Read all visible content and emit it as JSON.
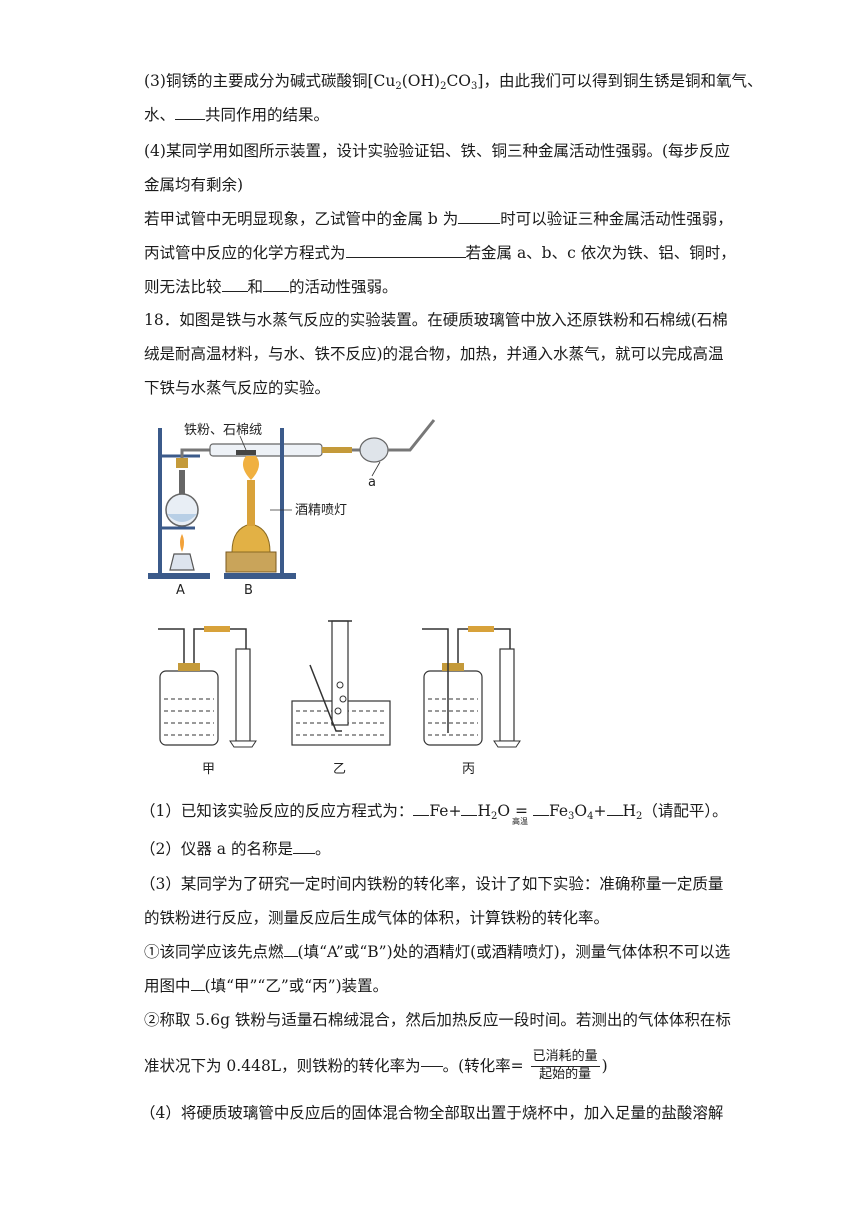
{
  "q17": {
    "p3_a": "(3)铜锈的主要成分为碱式碳酸铜[Cu",
    "p3_sub1": "2",
    "p3_b": "(OH)",
    "p3_sub2": "2",
    "p3_c": "CO",
    "p3_sub3": "3",
    "p3_d": "]，由此我们可以得到铜生锈是铜和氧气、",
    "p3_line2_a": "水、",
    "p3_line2_b": "共同作用的结果。",
    "p4_line1": "(4)某同学用如图所示装置，设计实验验证铝、铁、铜三种金属活动性强弱。(每步反应",
    "p4_line2": "金属均有剩余)",
    "p4_line3_a": "若甲试管中无明显现象，乙试管中的金属 b 为",
    "p4_line3_b": "时可以验证三种金属活动性强弱，",
    "p4_line4_a": "丙试管中反应的化学方程式为",
    "p4_line4_b": "若金属 a、b、c 依次为铁、铝、铜时，",
    "p4_line5_a": "则无法比较",
    "p4_line5_b": "和",
    "p4_line5_c": "的活动性强弱。"
  },
  "q18": {
    "intro1": "18．如图是铁与水蒸气反应的实验装置。在硬质玻璃管中放入还原铁粉和石棉绒(石棉",
    "intro2": "绒是耐高温材料，与水、铁不反应)的混合物，加热，并通入水蒸气，就可以完成高温",
    "intro3": "下铁与水蒸气反应的实验。",
    "fig1": {
      "label_iron": "铁粉、石棉绒",
      "label_lamp": "酒精喷灯",
      "label_a": "a",
      "label_A": "A",
      "label_B": "B"
    },
    "fig2": {
      "label_jia": "甲",
      "label_yi": "乙",
      "label_bing": "丙"
    },
    "s1_a": "（1）已知该实验反应的反应方程式为：",
    "s1_fe": "Fe+",
    "s1_h2o": "H",
    "s1_h2o_sub": "2",
    "s1_h2o_o": "O",
    "s1_eq": "=",
    "s1_cond": "高温",
    "s1_fe3o4_a": "Fe",
    "s1_fe3o4_sub1": "3",
    "s1_fe3o4_b": "O",
    "s1_fe3o4_sub2": "4",
    "s1_plus": "+",
    "s1_h2": "H",
    "s1_h2_sub": "2",
    "s1_end": "（请配平）。",
    "s2_a": "（2）仪器 a 的名称是",
    "s2_b": "。",
    "s3_line1": "（3）某同学为了研究一定时间内铁粉的转化率，设计了如下实验：准确称量一定质量",
    "s3_line2": "的铁粉进行反应，测量反应后生成气体的体积，计算铁粉的转化率。",
    "s3_1_a": "①该同学应该先点燃",
    "s3_1_b": "(填“A”或“B”)处的酒精灯(或酒精喷灯)，测量气体体积不可以选",
    "s3_1_c": "用图中",
    "s3_1_d": "(填“甲”“乙”或“丙”)装置。",
    "s3_2_line1": "②称取 5.6g 铁粉与适量石棉绒混合，然后加热反应一段时间。若测出的气体体积在标",
    "s3_2_line2_a": "准状况下为 0.448L，则铁粉的转化率为",
    "s3_2_line2_b": "。(转化率=",
    "frac_num": "已消耗的量",
    "frac_den": "起始的量",
    "s3_2_line2_c": ")",
    "s4_line1": "（4）将硬质玻璃管中反应后的固体混合物全部取出置于烧杯中，加入足量的盐酸溶解"
  }
}
